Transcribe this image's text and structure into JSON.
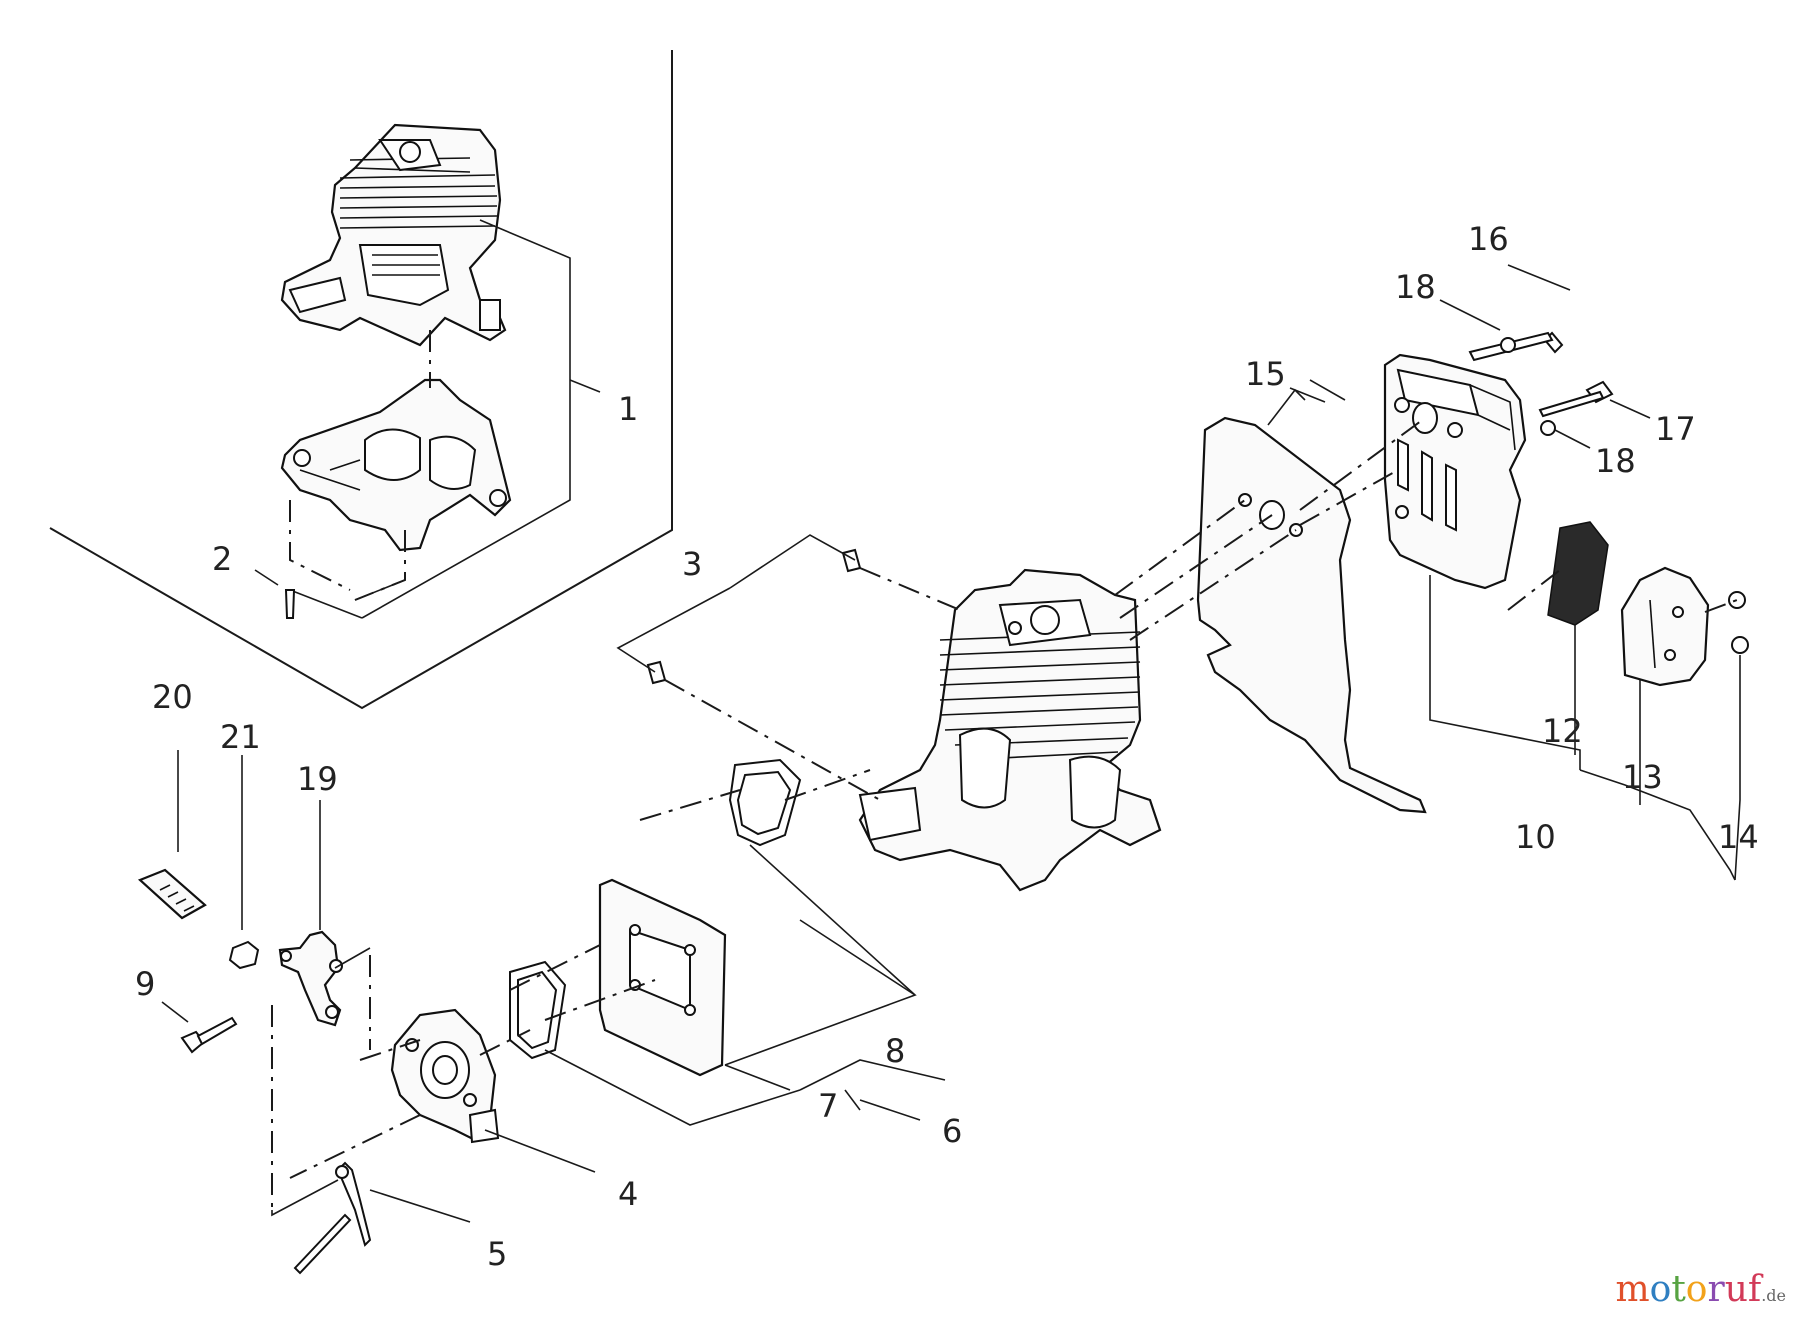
{
  "callouts": [
    {
      "id": "c1",
      "text": "1"
    },
    {
      "id": "c2",
      "text": "2"
    },
    {
      "id": "c3",
      "text": "3"
    },
    {
      "id": "c4",
      "text": "4"
    },
    {
      "id": "c5",
      "text": "5"
    },
    {
      "id": "c6",
      "text": "6"
    },
    {
      "id": "c7",
      "text": "7"
    },
    {
      "id": "c8",
      "text": "8"
    },
    {
      "id": "c9",
      "text": "9"
    },
    {
      "id": "c10",
      "text": "10"
    },
    {
      "id": "c12",
      "text": "12"
    },
    {
      "id": "c13",
      "text": "13"
    },
    {
      "id": "c14",
      "text": "14"
    },
    {
      "id": "c15",
      "text": "15"
    },
    {
      "id": "c16",
      "text": "16"
    },
    {
      "id": "c17",
      "text": "17"
    },
    {
      "id": "c18a",
      "text": "18"
    },
    {
      "id": "c18b",
      "text": "18"
    },
    {
      "id": "c19",
      "text": "19"
    },
    {
      "id": "c20",
      "text": "20"
    },
    {
      "id": "c21",
      "text": "21"
    }
  ],
  "watermark": {
    "text": "motoruf",
    "tld": ".de"
  }
}
